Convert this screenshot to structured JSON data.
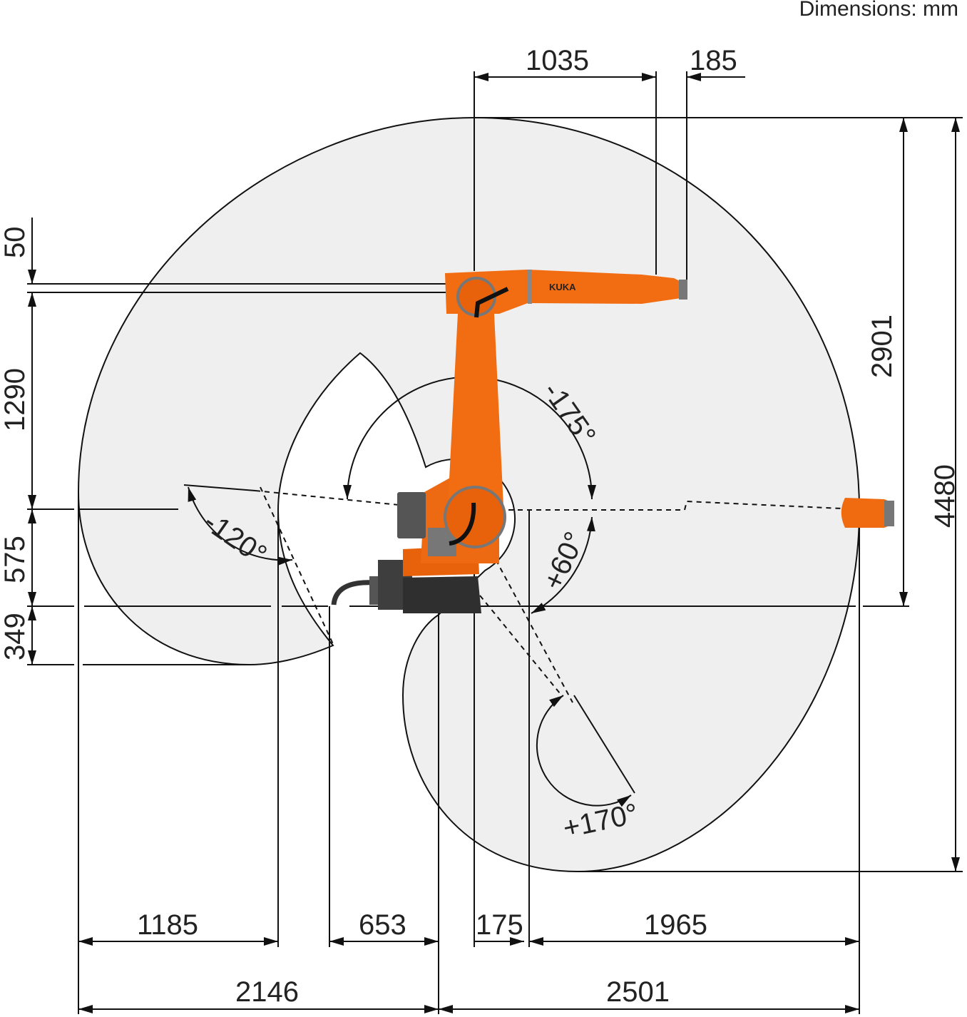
{
  "units_label": "Dimensions: mm",
  "brand_label": "KUKA",
  "colors": {
    "robot": "#f06a10",
    "envelope": "#efefef",
    "base": "#3a3a3a"
  },
  "dimensions": {
    "top": [
      "1035",
      "185"
    ],
    "right": [
      "2901",
      "4480"
    ],
    "left": [
      "50",
      "1290",
      "575",
      "349"
    ],
    "bottom_row1": [
      "1185",
      "653",
      "175",
      "1965"
    ],
    "bottom_row2": [
      "2146",
      "2501"
    ]
  },
  "angles": [
    "-175°",
    "+60°",
    "-120°",
    "+170°"
  ]
}
